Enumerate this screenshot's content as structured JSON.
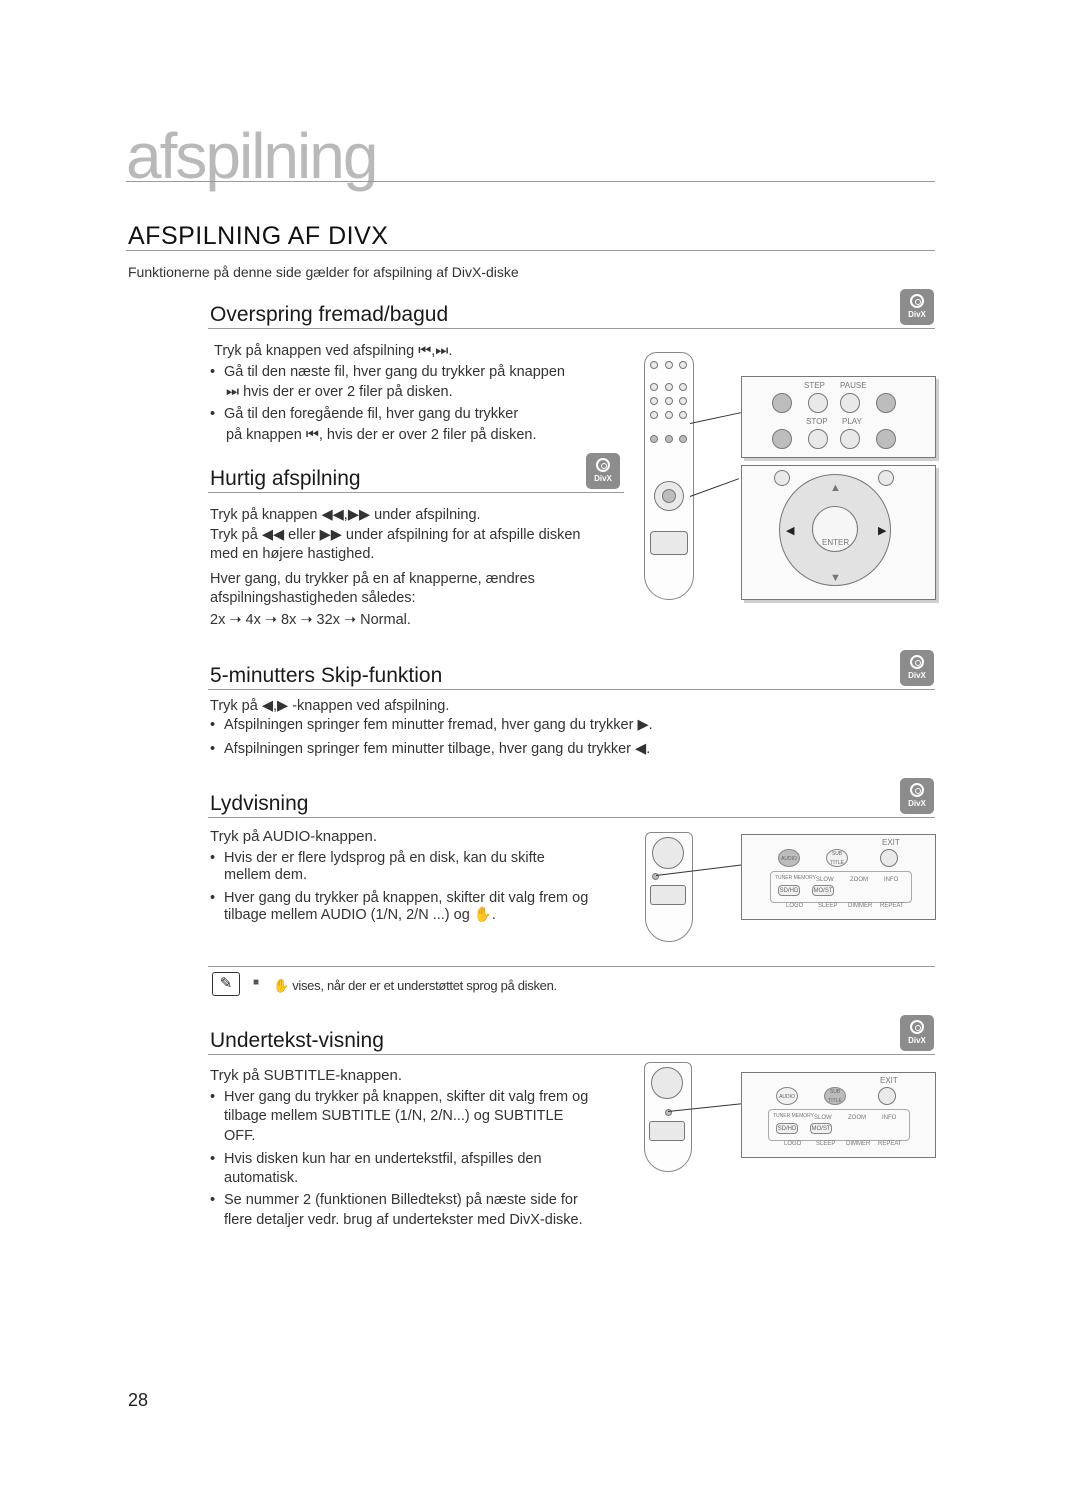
{
  "chapter_title": "afspilning",
  "section_title": "AFSPILNING AF DIVX",
  "intro": "Funktionerne på denne side gælder for afspilning af DivX-diske",
  "badge_label": "DivX",
  "s1": {
    "title": "Overspring fremad/bagud",
    "line1": "Tryk på knappen ved afspilning ⏮,⏭.",
    "b1a": "Gå til den næste fil, hver gang du trykker  på knappen",
    "b1b": "⏭ hvis der er over 2 filer på disken.",
    "b2a": "Gå til den foregående fil, hver gang du trykker",
    "b2b": "på knappen ⏮, hvis der er over 2 filer på disken."
  },
  "s2": {
    "title": "Hurtig afspilning",
    "l1": "Tryk på knappen ◀◀,▶▶ under afspilning.",
    "l2": "Tryk på ◀◀ eller ▶▶ under afspilning for at afspille disken",
    "l3": "med en højere hastighed.",
    "l4": "Hver gang, du trykker på en af knapperne, ændres",
    "l5": "afspilningshastigheden således:",
    "l6": "2x ➝ 4x ➝ 8x ➝ 32x ➝ Normal."
  },
  "s3": {
    "title": "5-minutters Skip-funktion",
    "l1": "Tryk på ◀,▶ -knappen ved afspilning.",
    "b1": "Afspilningen springer fem minutter fremad, hver gang du trykker ▶.",
    "b2": "Afspilningen springer fem minutter tilbage, hver gang du trykker  ◀."
  },
  "s4": {
    "title": "Lydvisning",
    "l1": "Tryk på AUDIO-knappen.",
    "b1a": "Hvis der er flere lydsprog på en disk, kan du skifte",
    "b1b": "mellem dem.",
    "b2a": "Hver gang du trykker på knappen, skifter dit valg frem og",
    "b2b": "tilbage mellem AUDIO (1/N, 2/N ...) og ✋."
  },
  "note": "✋ vises, når der er et understøttet sprog på disken.",
  "s5": {
    "title": "Undertekst-visning",
    "l1": "Tryk på SUBTITLE-knappen.",
    "b1a": "Hver gang du trykker på knappen, skifter dit valg frem og",
    "b1b": "tilbage mellem SUBTITLE (1/N, 2/N...) og SUBTITLE",
    "b1c": "OFF.",
    "b2a": "Hvis disken kun har en undertekstfil, afspilles den",
    "b2b": "automatisk.",
    "b3a": "Se nummer 2 (funktionen Billedtekst) på næste side for",
    "b3b": "flere detaljer vedr. brug af undertekster med DivX-diske."
  },
  "panel1": {
    "step": "STEP",
    "pause": "PAUSE",
    "stop": "STOP",
    "play": "PLAY"
  },
  "panel2": {
    "enter": "ENTER"
  },
  "panel_audio": {
    "exit": "EXIT",
    "audio": "AUDIO",
    "sub": "SUB TITLE",
    "tuner": "TUNER MEMORY",
    "slow": "SLOW",
    "zoom": "ZOOM",
    "info": "INFO",
    "sdhd": "SD/HD",
    "most": "MO/ST",
    "logo": "LOGO",
    "sleep": "SLEEP",
    "dimmer": "DIMMER",
    "repeat": "REPEAT"
  },
  "page_number": "28"
}
